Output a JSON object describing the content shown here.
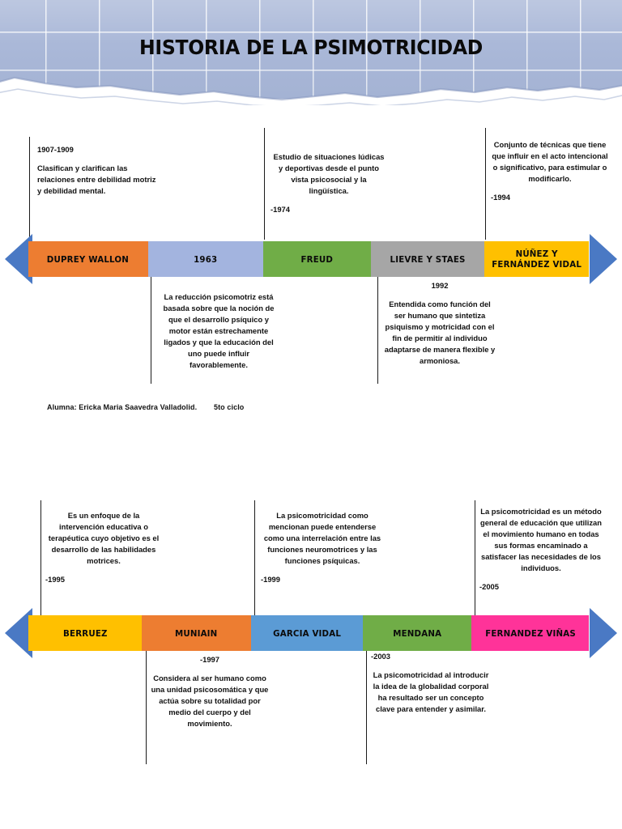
{
  "header": {
    "title": "HISTORIA DE LA PSIMOTRICIDAD",
    "bg_color": "#aab8d8"
  },
  "credit": "Alumna: Ericka Maria Saavedra Valladolid.        5to ciclo",
  "colors": {
    "arrow": "#4a79c4",
    "orange": "#ED7D31",
    "light_blue": "#A3B4DF",
    "green": "#70AD47",
    "gray": "#A6A6A6",
    "yellow": "#FFC000",
    "blue": "#5B9BD5",
    "pink": "#FF3399"
  },
  "timelines": [
    {
      "id": "timeline-1",
      "segments": [
        {
          "label": "DUPREY WALLON",
          "color": "#ED7D31"
        },
        {
          "label": "1963",
          "color": "#A3B4DF"
        },
        {
          "label": "FREUD",
          "color": "#70AD47"
        },
        {
          "label": "LIEVRE Y STAES",
          "color": "#A6A6A6"
        },
        {
          "label": "NÚÑEZ Y FERNÁNDEZ VIDAL",
          "color": "#FFC000"
        }
      ],
      "above": [
        {
          "year": "1907-1909",
          "year_position": "top",
          "align": "left",
          "text": " Clasifican y clarifican las relaciones entre debilidad motriz y debilidad mental."
        },
        {
          "year": "-1974",
          "year_position": "bottom",
          "align": "center",
          "text": "Estudio de situaciones lúdicas y deportivas desde el punto vista psicosocial y la lingüística."
        },
        {
          "year": "-1994",
          "year_position": "bottom",
          "align": "center",
          "text": "Conjunto de técnicas que tiene que influir en el acto intencional o significativo, para estimular o modificarlo."
        }
      ],
      "below": [
        {
          "year": "",
          "year_position": "none",
          "align": "center",
          "text": "La reducción psicomotriz está basada sobre que la noción de que el desarrollo psíquico y motor están estrechamente ligados y que la educación del uno puede influir favorablemente."
        },
        {
          "year": "1992",
          "year_position": "top",
          "align": "center",
          "text": "Entendida como función del ser humano que sintetiza psiquismo y motricidad con el fin de permitir al individuo adaptarse de manera flexible y armoniosa."
        }
      ]
    },
    {
      "id": "timeline-2",
      "segments": [
        {
          "label": "BERRUEZ",
          "color": "#FFC000"
        },
        {
          "label": "MUNIAIN",
          "color": "#ED7D31"
        },
        {
          "label": "GARCIA VIDAL",
          "color": "#5B9BD5"
        },
        {
          "label": "MENDANA",
          "color": "#70AD47"
        },
        {
          "label": "FERNANDEZ VIÑAS",
          "color": "#FF3399"
        }
      ],
      "above": [
        {
          "year": "-1995",
          "year_position": "bottom",
          "align": "center",
          "text": "Es un enfoque de la intervención educativa o terapéutica cuyo objetivo es el desarrollo de las habilidades motrices."
        },
        {
          "year": "-1999",
          "year_position": "bottom",
          "align": "center",
          "text": "La psicomotricidad como mencionan puede entenderse como una interrelación entre las funciones neuromotrices y las funciones psíquicas."
        },
        {
          "year": "-2005",
          "year_position": "bottom",
          "align": "center",
          "text": "La psicomotricidad es un método general de educación que utilizan el movimiento humano en todas sus formas encaminado a satisfacer las necesidades de los individuos."
        }
      ],
      "below": [
        {
          "year": "-1997",
          "year_position": "top",
          "align": "center",
          "text": "Considera al ser humano como una unidad psicosomática y que actúa sobre su totalidad por medio del cuerpo y del movimiento."
        },
        {
          "year": "-2003",
          "year_position": "top",
          "align": "left",
          "text": "La psicomotricidad al introducir la idea de la globalidad corporal ha resultado ser un concepto clave para entender y asimilar."
        }
      ]
    }
  ]
}
